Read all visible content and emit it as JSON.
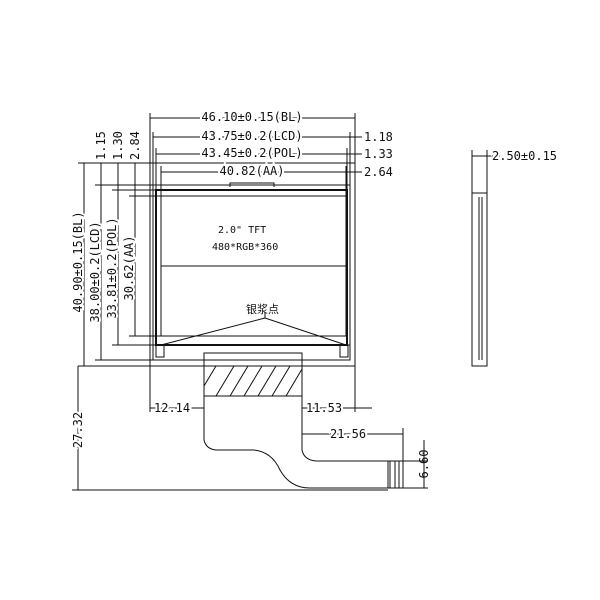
{
  "front_view": {
    "horizontal_dims": {
      "bl": "46.10±0.15(BL)",
      "lcd": "43.75±0.2(LCD)",
      "pol": "43.45±0.2(POL)",
      "aa": "40.82(AA)"
    },
    "right_offsets": {
      "lcd": "1.18",
      "pol": "1.33",
      "aa": "2.64"
    },
    "vertical_dims": {
      "bl": "40.90±0.15(BL)",
      "lcd": "38.00±0.2(LCD)",
      "pol": "33.81±0.2(POL)",
      "aa": "30.62(AA)"
    },
    "top_offsets": {
      "lcd": "1.15",
      "pol": "1.30",
      "aa": "2.84"
    },
    "overall_height": "27.32",
    "fpc": {
      "left_offset": "12.14",
      "right_offset": "11.53",
      "tail_length": "21.56",
      "tail_width": "6.60"
    },
    "label_line1": "2.0\" TFT",
    "label_line2": "480*RGB*360",
    "silver_paste": "银浆点"
  },
  "side_view": {
    "thickness": "2.50±0.15"
  }
}
